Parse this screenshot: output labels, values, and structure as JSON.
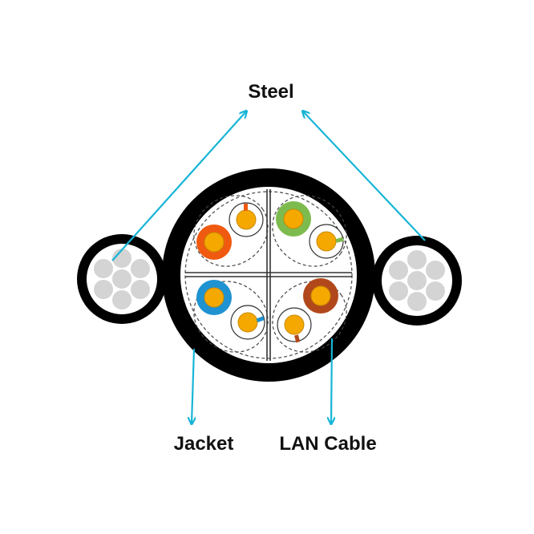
{
  "labels": {
    "steel": "Steel",
    "jacket": "Jacket",
    "lan_cable": "LAN Cable"
  },
  "colors": {
    "arrow": "#17b5d6",
    "jacket": "#000000",
    "strand": "#d4d4d4",
    "conductor": "#f5a800",
    "pair_orange": "#ef5a10",
    "pair_green": "#7dbb4e",
    "pair_blue": "#1f93d1",
    "pair_brown": "#b1481b",
    "pair_white": "#ffffff"
  },
  "icons": {
    "left_messenger": "steel-messenger-wire-icon",
    "right_messenger": "steel-messenger-wire-icon",
    "cable_core": "cable-cross-section-icon"
  }
}
